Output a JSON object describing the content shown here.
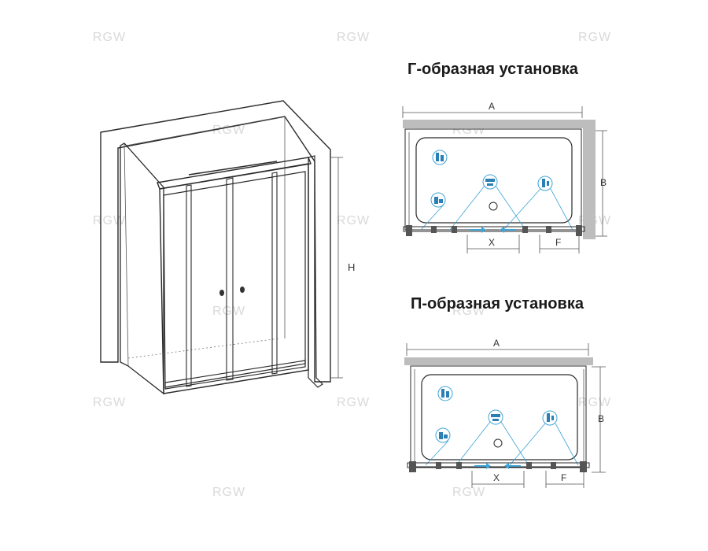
{
  "watermark": "RGW",
  "titles": {
    "l_shaped": "Г-образная установка",
    "u_shaped": "П-образная установка"
  },
  "dimensions": {
    "height": "H",
    "width": "A",
    "depth": "B",
    "opening": "X",
    "fixed_panel": "F"
  },
  "colors": {
    "outline": "#2a2a2a",
    "arrow": "#3fa3d6",
    "wall": "#bdbdbd"
  }
}
